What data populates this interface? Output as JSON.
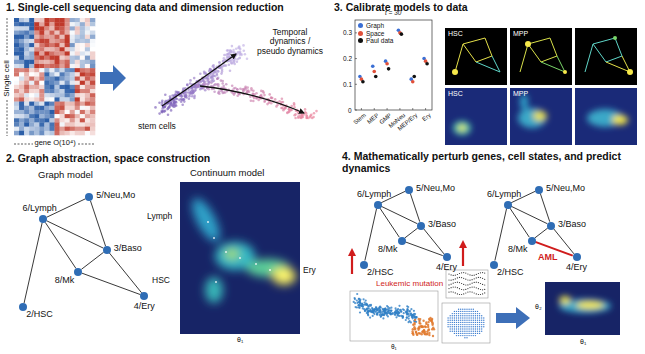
{
  "diagram": {
    "nodes": [
      {
        "text": [
          "6/Lymph"
        ]
      },
      {
        "text": [
          "5/Neu,Mo"
        ]
      },
      {
        "text": [
          "3/Baso"
        ]
      },
      {
        "text": [
          "8/Mk"
        ]
      },
      {
        "text": [
          "2/HSC"
        ]
      },
      {
        "text": [
          "4/Ery"
        ]
      },
      {
        "text": [
          "6/Lymph"
        ]
      },
      {
        "text": [
          "5/Neu,Mo"
        ]
      },
      {
        "text": [
          "3/Baso"
        ]
      },
      {
        "text": [
          "8/Mk"
        ]
      },
      {
        "text": [
          "2/HSC"
        ]
      },
      {
        "text": [
          "4/Ery"
        ]
      },
      {
        "text": [
          "6/Lymph"
        ]
      },
      {
        "text": [
          "5/Neu,Mo"
        ]
      },
      {
        "text": [
          "3/Baso"
        ]
      },
      {
        "text": [
          "8/Mk"
        ]
      },
      {
        "text": [
          "2/HSC"
        ]
      },
      {
        "text": [
          "4/Ery"
        ]
      }
    ],
    "edges": [
      {
        "from": 4,
        "to": 0,
        "arrow": "none"
      },
      {
        "from": 0,
        "to": 1,
        "arrow": "none"
      },
      {
        "from": 0,
        "to": 3,
        "arrow": "none"
      },
      {
        "from": 0,
        "to": 2,
        "arrow": "none"
      },
      {
        "from": 1,
        "to": 2,
        "arrow": "none"
      },
      {
        "from": 3,
        "to": 2,
        "arrow": "none"
      },
      {
        "from": 3,
        "to": 5,
        "arrow": "none"
      },
      {
        "from": 2,
        "to": 5,
        "arrow": "none"
      },
      {
        "from": 10,
        "to": 6,
        "arrow": "none"
      },
      {
        "from": 6,
        "to": 7,
        "arrow": "none"
      },
      {
        "from": 6,
        "to": 9,
        "arrow": "none"
      },
      {
        "from": 6,
        "to": 8,
        "arrow": "none"
      },
      {
        "from": 7,
        "to": 8,
        "arrow": "none"
      },
      {
        "from": 9,
        "to": 8,
        "arrow": "none"
      },
      {
        "from": 9,
        "to": 11,
        "arrow": "none"
      },
      {
        "from": 8,
        "to": 11,
        "arrow": "none"
      },
      {
        "from": 16,
        "to": 12,
        "arrow": "none"
      },
      {
        "from": 12,
        "to": 13,
        "arrow": "none"
      },
      {
        "from": 12,
        "to": 15,
        "arrow": "none"
      },
      {
        "from": 12,
        "to": 14,
        "arrow": "none"
      },
      {
        "from": 13,
        "to": 14,
        "arrow": "none"
      },
      {
        "from": 15,
        "to": 14,
        "arrow": "none"
      },
      {
        "from": 15,
        "to": 17,
        "arrow": "none"
      },
      {
        "from": 14,
        "to": 17,
        "arrow": "none"
      }
    ],
    "labels": [
      "1. Single-cell sequencing data and dimension reduction",
      "Single cell",
      "gene O(10⁴)",
      "Temporal dynamics / pseudo dynamics",
      "stem cells",
      "2. Graph abstraction, space construction",
      "Graph model",
      "Continuum model",
      "Lymph",
      "HSC",
      "Ery",
      "θ₁",
      "3. Calibrate models to data",
      "t = 30",
      "0.3",
      "0.2",
      "0.1",
      "0",
      "Stem",
      "MEP",
      "GMP",
      "MoNeu",
      "MEP/Ery",
      "Ery",
      "HSC",
      "MPP",
      "HSC",
      "MPP",
      "4. Mathematically perturb genes, cell states, and predict dynamics",
      "AML",
      "Leukemic mutation",
      "θ₁",
      "θ₂",
      "θ₁"
    ],
    "legend": [
      {
        "text": "Graph",
        "color": "#3b6fd4"
      },
      {
        "text": "Space",
        "color": "#e0503a"
      },
      {
        "text": "Paul data",
        "color": "#111111"
      }
    ]
  }
}
